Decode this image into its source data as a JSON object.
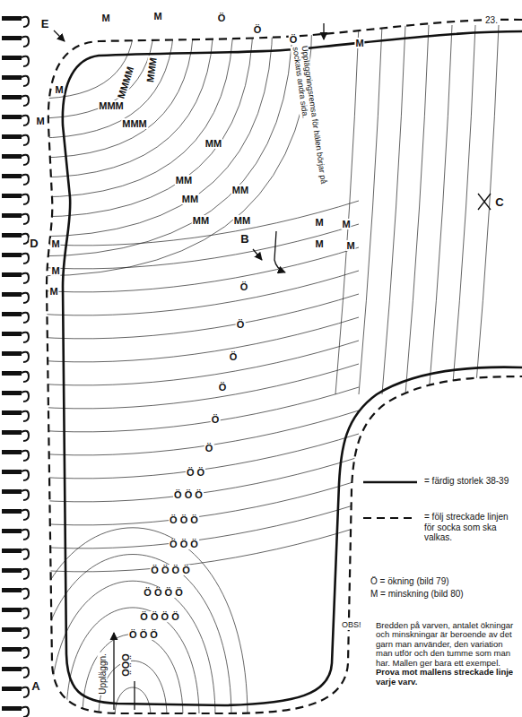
{
  "diagram": {
    "labels": [
      "23.",
      "E",
      "D",
      "B",
      "C",
      "A",
      "M",
      "M",
      "Ö",
      "Ö",
      "Ö",
      "M",
      "Uppläggningsremsa för hälen börjar på sockans andra sida.",
      "M",
      "M",
      "MMMM",
      "MMM",
      "MMM",
      "MMM",
      "MM",
      "MM",
      "MM",
      "MM",
      "MM",
      "MM",
      "M",
      "M",
      "M",
      "M",
      "M",
      "M",
      "M",
      "Ö",
      "Ö",
      "Ö",
      "Ö",
      "Ö",
      "Ö",
      "Ö Ö",
      "Ö Ö Ö",
      "Ö Ö Ö",
      "Ö Ö Ö",
      "Ö Ö Ö Ö",
      "Ö Ö Ö Ö",
      "Ö Ö Ö Ö",
      "Ö Ö Ö",
      "ÖÖÖ",
      "Uppläggn.",
      "Ö = ökning (bild 79)",
      "M = minskning (bild 80)",
      "OBS!",
      "Bredden på varven, antalet ökningar och minskningar är beroende av det garn man använder, den variation man utför och den tumme som man har. Mallen ger bara ett exempel.",
      "Prova mot mallens streckade linje varje varv."
    ],
    "legend": [
      {
        "text": "= färdig storlek 38-39"
      },
      {
        "text": "= följ streckade linjen för socka som ska valkas."
      }
    ]
  }
}
